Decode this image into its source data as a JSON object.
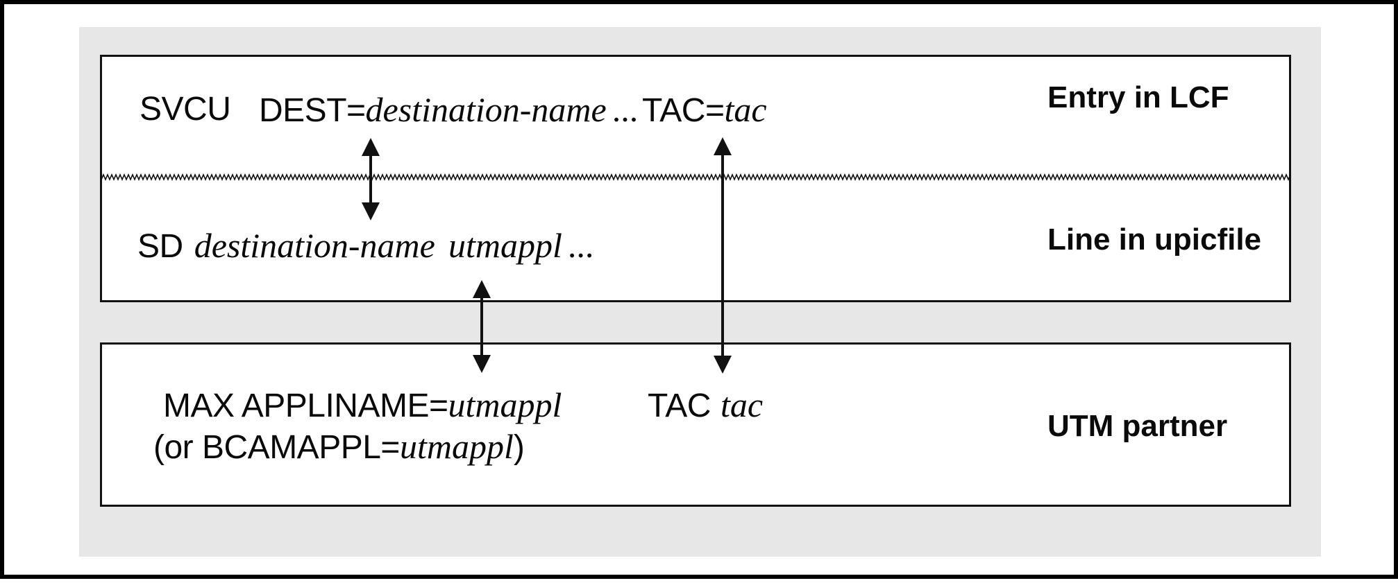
{
  "diagram": {
    "top_box": {
      "label": "Entry in LCF",
      "statement": {
        "kw1": "SVCU",
        "kw2": "DEST=",
        "var1": "destination-name",
        "ellipsis": "...",
        "kw3": "TAC=",
        "var2": "tac"
      }
    },
    "middle_box": {
      "label": "Line in upicfile",
      "statement": {
        "kw1": "SD",
        "var1": "destination-name",
        "var2": "utmappl",
        "ellipsis": "..."
      }
    },
    "bottom_box": {
      "label": "UTM partner",
      "statement_line1": {
        "kw1": "MAX APPLINAME=",
        "var1": "utmappl",
        "kw2": "TAC",
        "var2": "tac"
      },
      "statement_line2": {
        "open": "(or BCAMAPPL=",
        "var1": "utmappl",
        "close": ")"
      }
    },
    "connections": [
      {
        "name": "destination-name-link"
      },
      {
        "name": "tac-link"
      },
      {
        "name": "utmappl-link"
      }
    ],
    "colors": {
      "panel_bg": "#e7e7e7",
      "box_bg": "#ffffff",
      "line": "#111111"
    }
  }
}
